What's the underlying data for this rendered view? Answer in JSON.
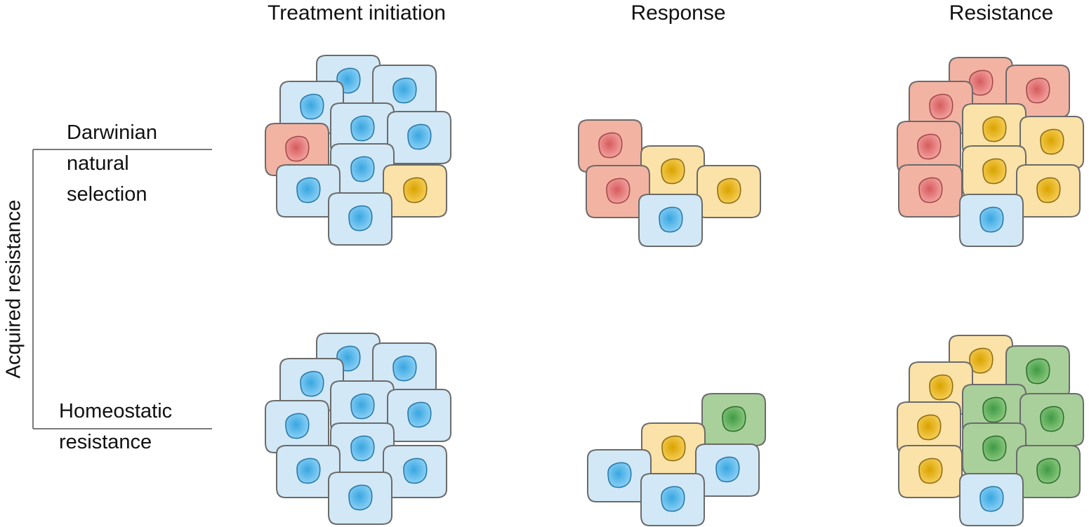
{
  "headers": {
    "treatment": "Treatment initiation",
    "response": "Response",
    "resistance": "Resistance"
  },
  "side_label": "Acquired resistance",
  "rows": {
    "darwinian": [
      "Darwinian",
      "natural",
      "selection"
    ],
    "homeostatic": [
      "Homeostatic",
      "resistance"
    ]
  },
  "cell_types": {
    "blue": {
      "fill": "#d2e8f6",
      "nucleus_light": "#8fd3f7",
      "nucleus": "#39a6e0",
      "nucleus_edge": "#2b79a8"
    },
    "red": {
      "fill": "#f3b3a3",
      "nucleus_light": "#f4a6a2",
      "nucleus": "#d65b5e",
      "nucleus_edge": "#a34a4c"
    },
    "yellow": {
      "fill": "#fbe2a8",
      "nucleus_light": "#f8cf5c",
      "nucleus": "#d9a400",
      "nucleus_edge": "#8f6e15"
    },
    "green": {
      "fill": "#a9d09b",
      "nucleus_light": "#8fca7f",
      "nucleus": "#3f9a46",
      "nucleus_edge": "#2f6f33"
    },
    "outline": "#6b6b6b",
    "bracket_color": "#7a7a7a"
  },
  "clusters": [
    {
      "name": "darwinian-treatment-cluster",
      "cells": [
        "blue",
        "blue",
        "blue",
        "blue",
        "blue",
        "red",
        "blue",
        "blue",
        "yellow",
        "blue"
      ]
    },
    {
      "name": "darwinian-response-cluster",
      "cells": [
        "red",
        "yellow",
        "red",
        "yellow",
        "blue"
      ]
    },
    {
      "name": "darwinian-resistance-cluster",
      "cells": [
        "red",
        "red",
        "red",
        "yellow",
        "yellow",
        "red",
        "yellow",
        "red",
        "yellow",
        "blue"
      ]
    },
    {
      "name": "homeostatic-treatment-cluster",
      "cells": [
        "blue",
        "blue",
        "blue",
        "blue",
        "blue",
        "blue",
        "blue",
        "blue",
        "blue",
        "blue"
      ]
    },
    {
      "name": "homeostatic-response-cluster",
      "cells": [
        "green",
        "yellow",
        "blue",
        "blue",
        "blue"
      ]
    },
    {
      "name": "homeostatic-resistance-cluster",
      "cells": [
        "yellow",
        "green",
        "yellow",
        "green",
        "green",
        "yellow",
        "green",
        "yellow",
        "green",
        "blue"
      ]
    }
  ]
}
